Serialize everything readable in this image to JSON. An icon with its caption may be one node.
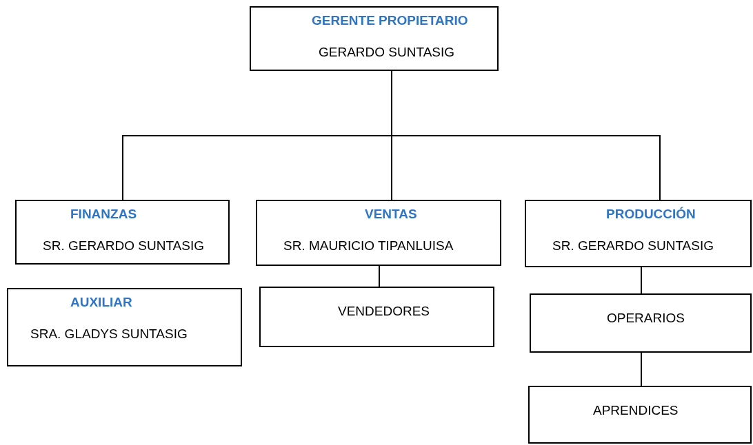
{
  "diagram": {
    "nodes": [
      {
        "text": [
          "GERENTE PROPIETARIO",
          "GERARDO SUNTASIG"
        ]
      },
      {
        "text": [
          "FINANZAS",
          "SR. GERARDO SUNTASIG"
        ]
      },
      {
        "text": [
          "VENTAS",
          "SR. MAURICIO TIPANLUISA"
        ]
      },
      {
        "text": [
          "PRODUCCIÓN",
          "SR. GERARDO SUNTASIG"
        ]
      },
      {
        "text": [
          "AUXILIAR",
          "SRA. GLADYS SUNTASIG"
        ]
      },
      {
        "text": [
          "VENDEDORES"
        ]
      },
      {
        "text": [
          "OPERARIOS"
        ]
      },
      {
        "text": [
          "APRENDICES"
        ]
      }
    ],
    "edges": [
      {
        "from": 0,
        "to": 1,
        "arrow": "none"
      },
      {
        "from": 0,
        "to": 2,
        "arrow": "none"
      },
      {
        "from": 0,
        "to": 3,
        "arrow": "none"
      },
      {
        "from": 2,
        "to": 5,
        "arrow": "none"
      },
      {
        "from": 3,
        "to": 6,
        "arrow": "none"
      },
      {
        "from": 6,
        "to": 7,
        "arrow": "none"
      }
    ]
  }
}
